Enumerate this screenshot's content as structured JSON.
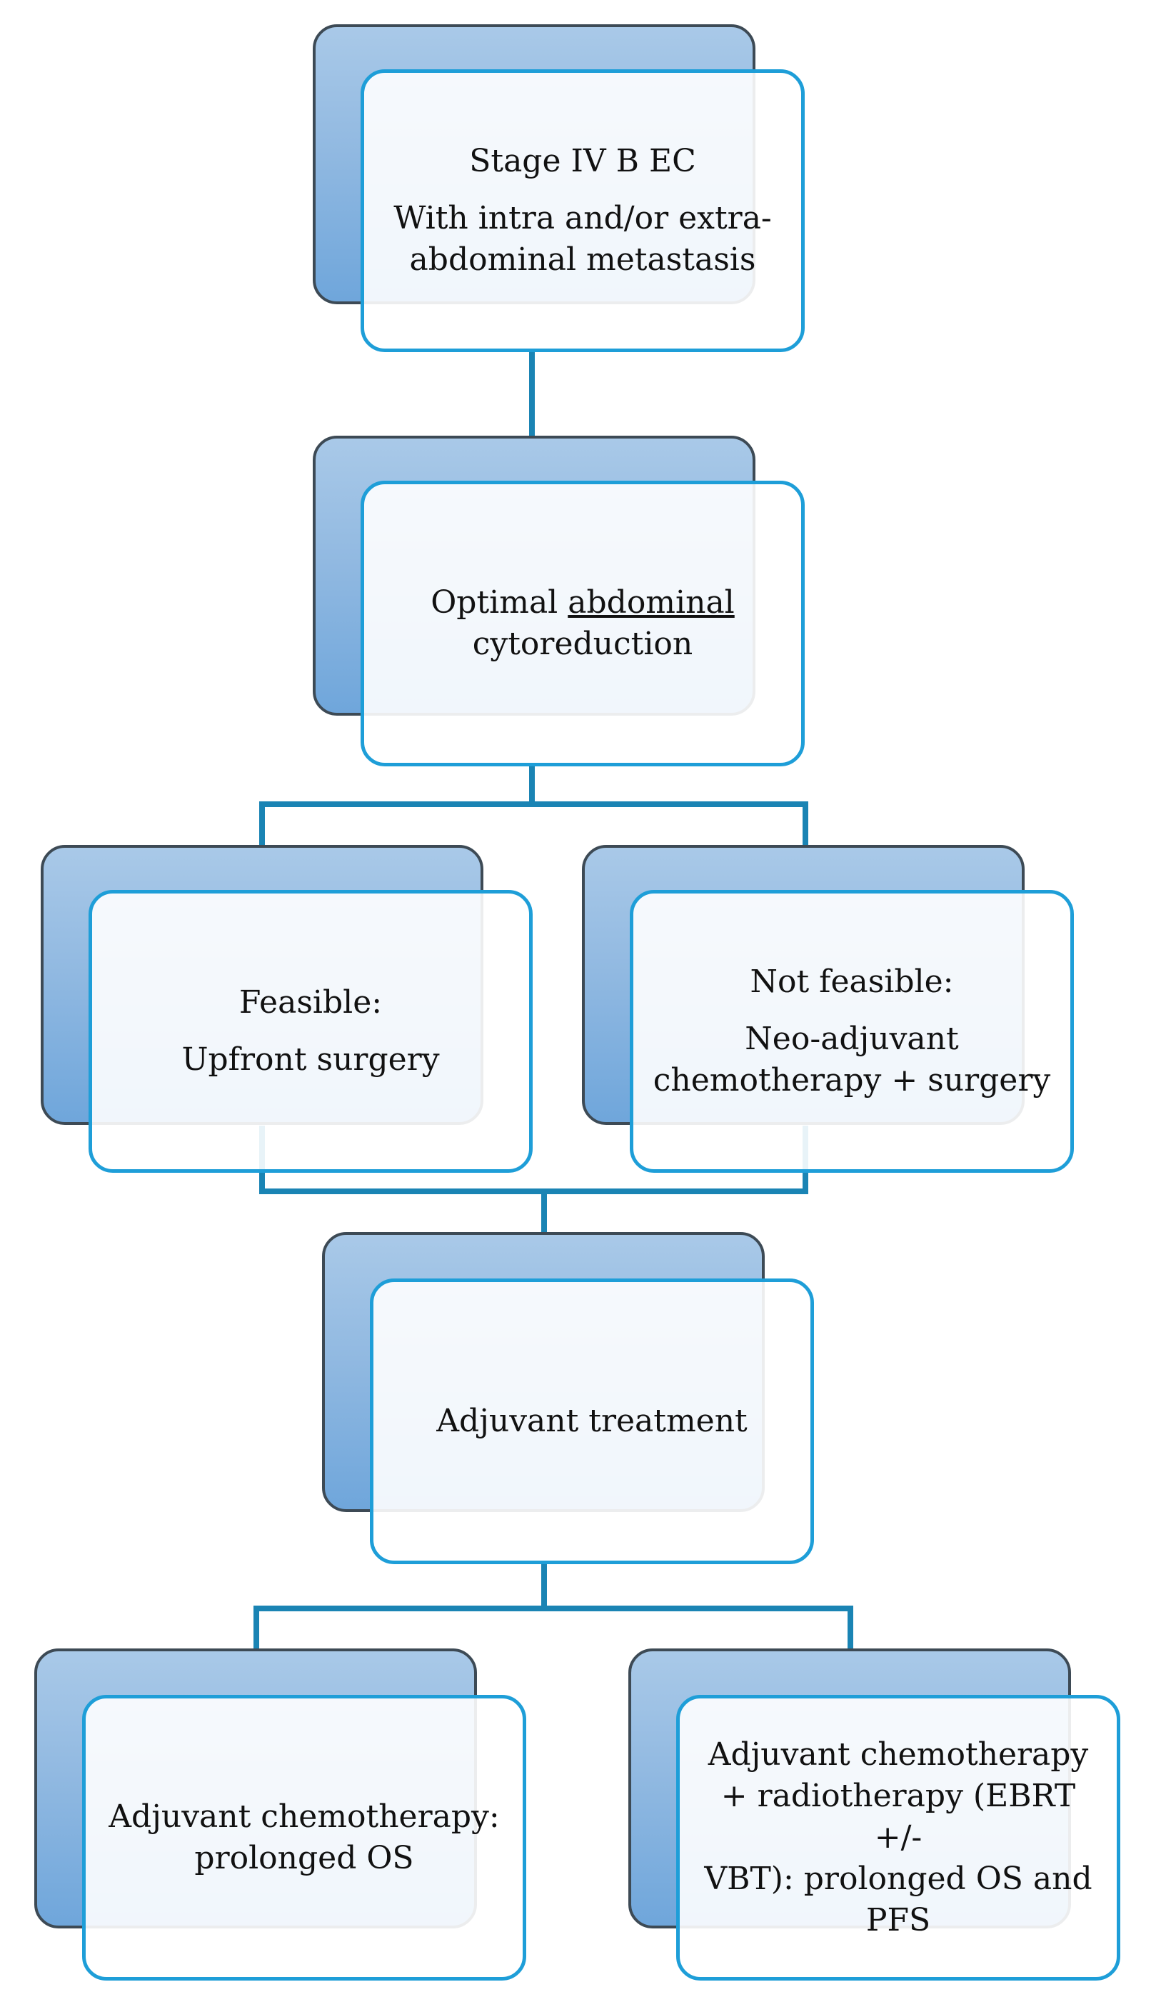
{
  "nodes": {
    "stage": {
      "line1": "Stage IV B EC",
      "line2": "With intra and/or extra-",
      "line3": "abdominal metastasis"
    },
    "cytoreduction": {
      "word1": "Optimal ",
      "word2": "abdominal",
      "line2": "cytoreduction"
    },
    "feasible": {
      "line1": "Feasible:",
      "line2": "Upfront surgery"
    },
    "not_feasible": {
      "line1": "Not feasible:",
      "line2": "Neo-adjuvant",
      "line3": "chemotherapy + surgery"
    },
    "adjuvant": {
      "line1": "Adjuvant treatment"
    },
    "chemo": {
      "line1": "Adjuvant chemotherapy:",
      "line2": "prolonged OS"
    },
    "chemo_radio": {
      "line1": "Adjuvant chemotherapy",
      "line2": "+ radiotherapy (EBRT +/-",
      "line3": "VBT): prolonged OS and",
      "line4": "PFS"
    }
  },
  "colors": {
    "back_fill": "#91b9e1",
    "back_border": "#3d4a55",
    "front_border": "#1e9ed8",
    "connector": "#1a84b4"
  }
}
